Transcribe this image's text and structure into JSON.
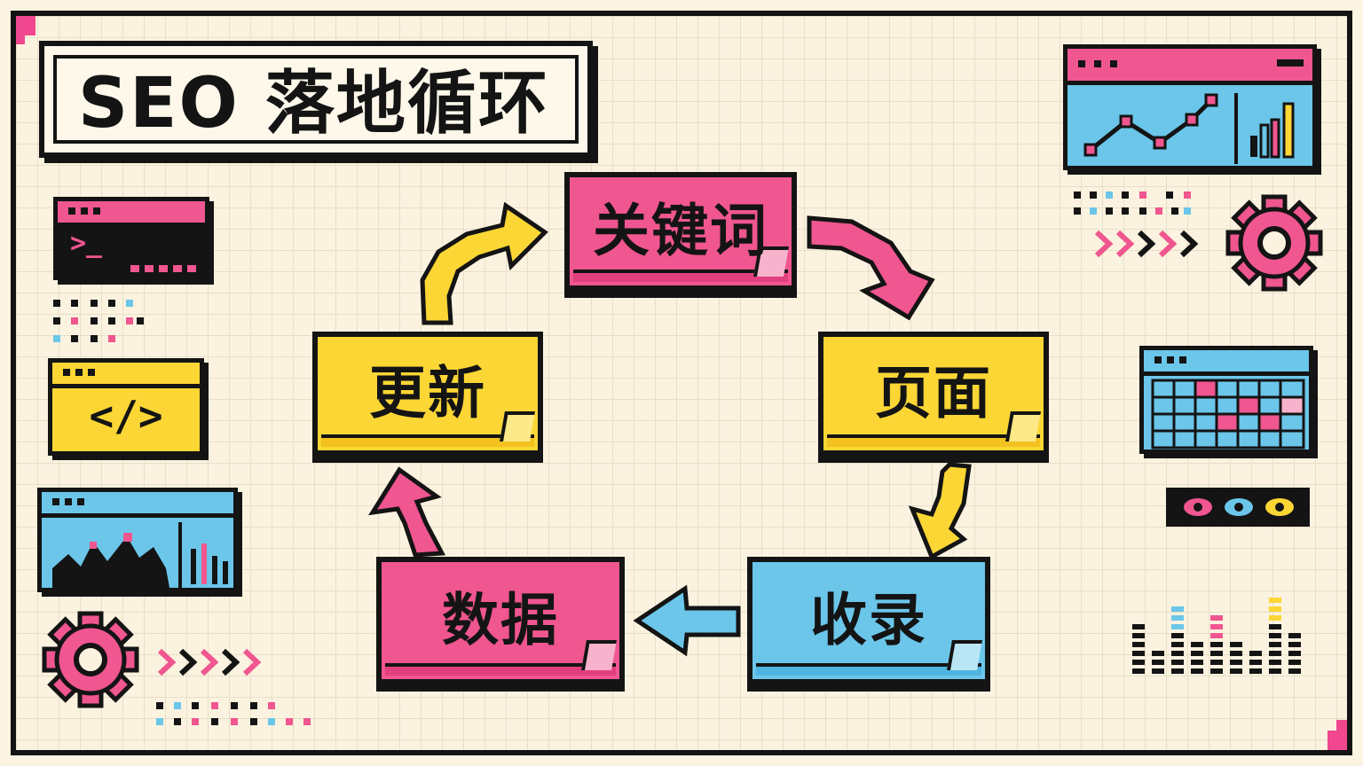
{
  "title": "SEO 落地循环",
  "nodes": {
    "keyword": "关键词",
    "page": "页面",
    "index": "收录",
    "data": "数据",
    "update": "更新"
  },
  "terminal": {
    "prompt": ">_"
  },
  "code": {
    "tag": "</>"
  },
  "colors": {
    "pink": "#f0568f",
    "yellow": "#fbd635",
    "blue": "#6bc6ea",
    "ink": "#141414",
    "paper": "#fbf3e0"
  },
  "icons": [
    "gear-icon",
    "terminal-window-icon",
    "code-window-icon",
    "chart-window-icon",
    "calendar-window-icon",
    "eye-icon",
    "chevron-arrows-icon",
    "equalizer-icon"
  ]
}
